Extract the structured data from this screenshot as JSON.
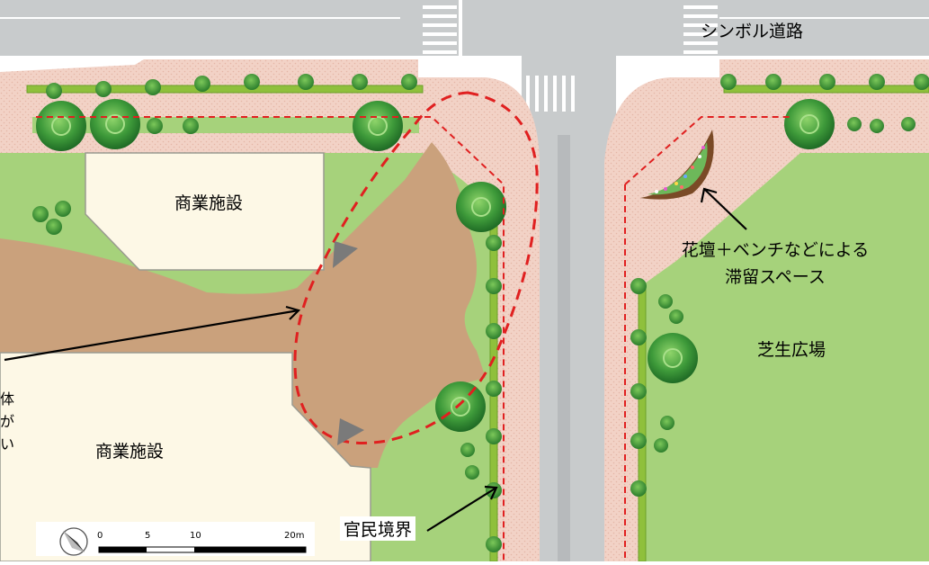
{
  "labels": {
    "road_name": "シンボル道路",
    "building_upper": "商業施設",
    "building_lower": "商業施設",
    "flower_bed_line1": "花壇＋ベンチなどによる",
    "flower_bed_line2": "滞留スペース",
    "lawn_plaza": "芝生広場",
    "boundary": "官民境界",
    "edge_note_lines": [
      "体",
      "が",
      "い"
    ]
  },
  "scale_bar": {
    "ticks": [
      "0",
      "5",
      "10",
      "20m"
    ]
  },
  "colors": {
    "road": "#c8cbcc",
    "road_dark": "#9a9d9f",
    "sidewalk": "#f2d2c6",
    "lawn": "#a6d27b",
    "hedge": "#8fc03c",
    "building": "#fdf8e6",
    "plaza_paving": "#caa17c",
    "dashed_line": "#e02020",
    "tree": "#3e9a3a"
  },
  "icons": [
    "north-arrow-icon",
    "arrow-triangle-icon",
    "tree-icon",
    "flower-bed-icon"
  ]
}
